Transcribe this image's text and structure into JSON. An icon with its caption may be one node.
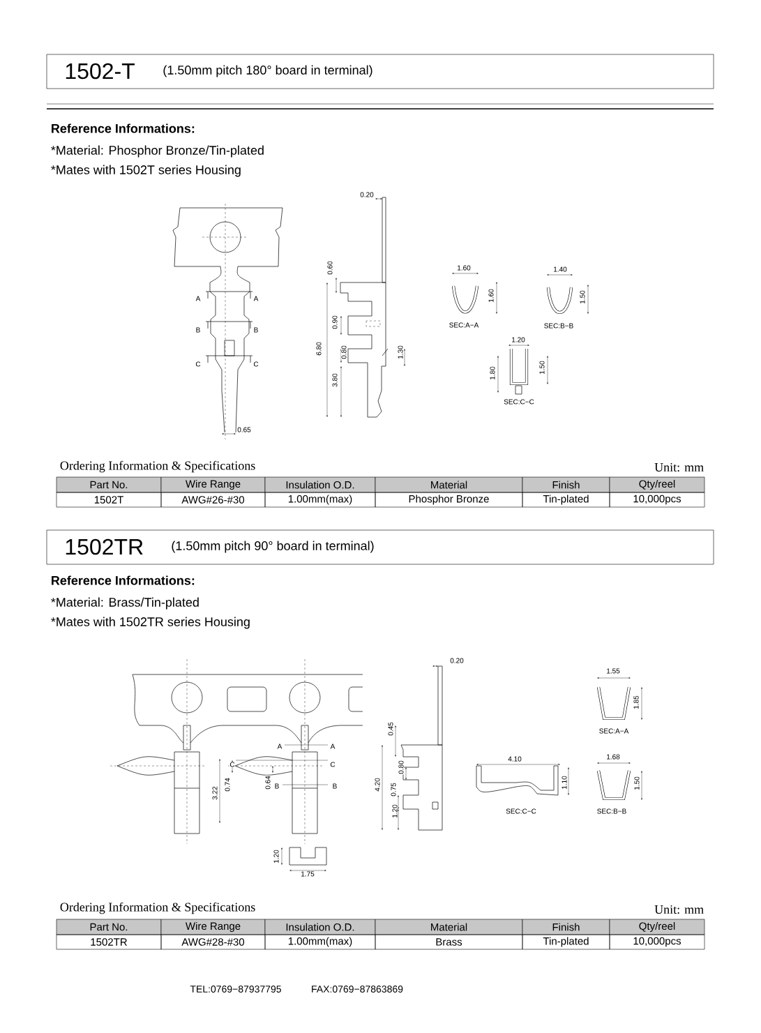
{
  "diagram": {
    "nodes": [
      {
        "text": [
          "1502-T",
          "(1.50mm pitch 180° board in terminal)"
        ]
      },
      {
        "text": [
          "1502TR",
          "(1.50mm pitch 90° board in terminal)"
        ]
      }
    ],
    "labels": [
      "Reference Informations:",
      "*Material: Phosphor Bronze/Tin-plated",
      "*Mates with 1502T series Housing",
      "0.20",
      "0.60",
      "0.90",
      "6.80",
      "0.80",
      "1.30",
      "3.80",
      "0.65",
      "A",
      "A",
      "B",
      "B",
      "C",
      "C",
      "1.60",
      "1.60",
      "SEC:A−A",
      "1.40",
      "1.50",
      "SEC:B−B",
      "1.20",
      "1.80",
      "1.50",
      "SEC:C−C",
      "Ordering Information & Specifications",
      "Unit: mm",
      "Part No.",
      "Wire Range",
      "Insulation O.D.",
      "Material",
      "Finish",
      "Qty/reel",
      "1502T",
      "AWG#26-#30",
      "1.00mm(max)",
      "Phosphor Bronze",
      "Tin-plated",
      "10,000pcs",
      "Reference Informations:",
      "*Material: Brass/Tin-plated",
      "*Mates with 1502TR series Housing",
      "0.20",
      "1.55",
      "1.85",
      "SEC:A−A",
      "0.45",
      "A",
      "A",
      "C",
      "C",
      "B",
      "B",
      "4.10",
      "1.68",
      "0.80",
      "0.74",
      "0.64",
      "3.22",
      "4.20",
      "0.75",
      "1.10",
      "1.50",
      "1.20",
      "SEC:C−C",
      "SEC:B−B",
      "1.20",
      "1.75",
      "Ordering Information & Specifications",
      "Unit: mm",
      "Part No.",
      "Wire Range",
      "Insulation O.D.",
      "Material",
      "Finish",
      "Qty/reel",
      "1502TR",
      "AWG#28-#30",
      "1.00mm(max)",
      "Brass",
      "Tin-plated",
      "10,000pcs",
      "TEL:0769−87937795",
      "FAX:0769−87863869"
    ]
  }
}
